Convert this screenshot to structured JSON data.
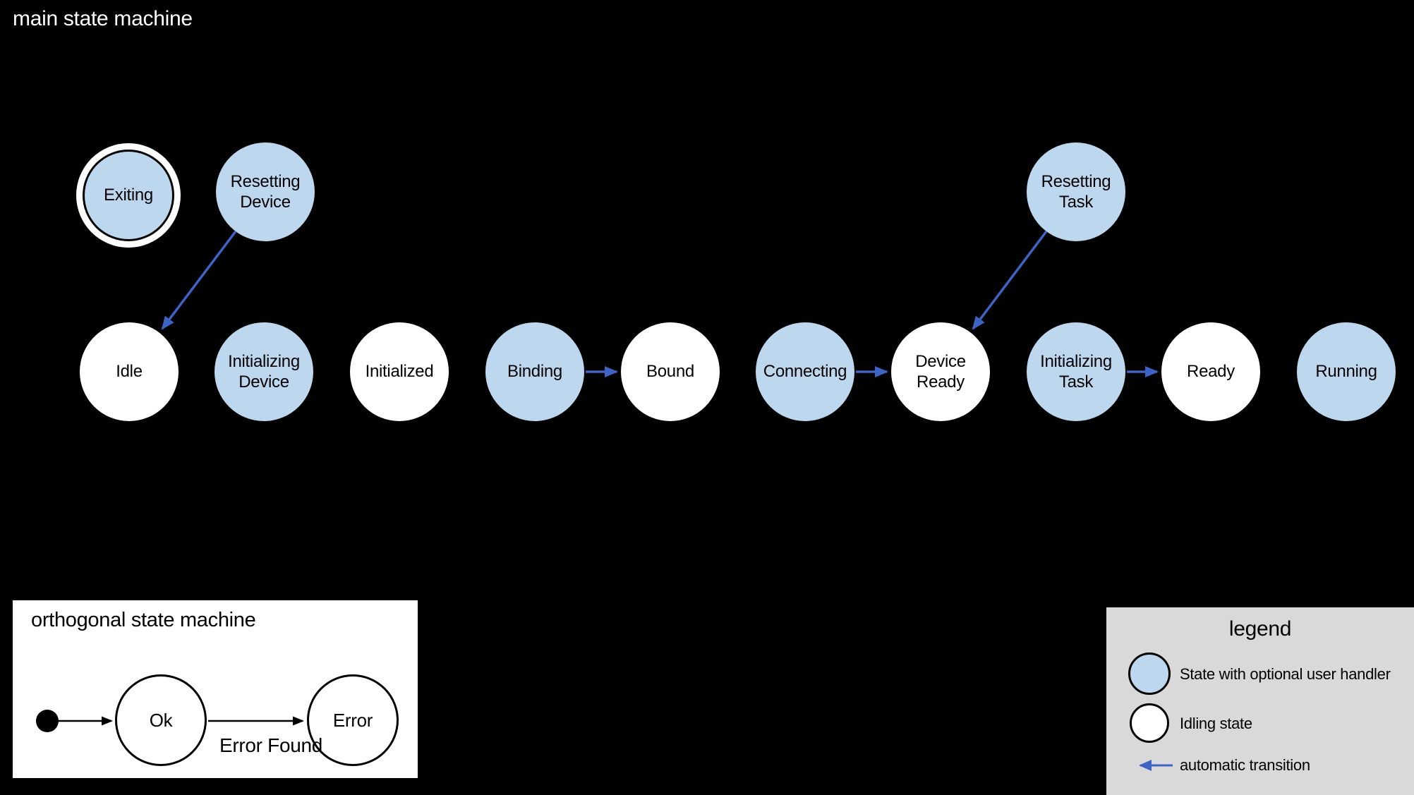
{
  "main": {
    "title": "main state machine",
    "states": [
      {
        "label": "Exiting",
        "kind": "handler",
        "final": true
      },
      {
        "label": "Resetting Device",
        "kind": "handler"
      },
      {
        "label": "Resetting Task",
        "kind": "handler"
      },
      {
        "label": "Idle",
        "kind": "idling"
      },
      {
        "label": "Initializing Device",
        "kind": "handler"
      },
      {
        "label": "Initialized",
        "kind": "idling"
      },
      {
        "label": "Binding",
        "kind": "handler"
      },
      {
        "label": "Bound",
        "kind": "idling"
      },
      {
        "label": "Connecting",
        "kind": "handler"
      },
      {
        "label": "Device Ready",
        "kind": "idling"
      },
      {
        "label": "Initializing Task",
        "kind": "handler"
      },
      {
        "label": "Ready",
        "kind": "idling"
      },
      {
        "label": "Running",
        "kind": "handler"
      }
    ],
    "transitions": [
      {
        "from": "Resetting Device",
        "to": "Idle",
        "type": "automatic"
      },
      {
        "from": "Resetting Task",
        "to": "Device Ready",
        "type": "automatic"
      },
      {
        "from": "Binding",
        "to": "Bound",
        "type": "automatic"
      },
      {
        "from": "Connecting",
        "to": "Device Ready",
        "type": "automatic"
      },
      {
        "from": "Initializing Task",
        "to": "Ready",
        "type": "automatic"
      }
    ]
  },
  "orthogonal": {
    "title": "orthogonal state machine",
    "states": [
      {
        "label": "Ok"
      },
      {
        "label": "Error"
      }
    ],
    "transition_label": "Error Found",
    "has_initial_state_dot": true
  },
  "legend": {
    "title": "legend",
    "items": [
      {
        "swatch": "handler-state",
        "label": "State with optional user handler"
      },
      {
        "swatch": "idling-state",
        "label": "Idling state"
      },
      {
        "swatch": "automatic-transition-arrow",
        "label": "automatic transition"
      }
    ]
  },
  "colors": {
    "background": "#000000",
    "handler_state_fill": "#bdd7ee",
    "idling_state_fill": "#ffffff",
    "transition_arrow": "#3d63c4",
    "legend_background": "#d9d9d9"
  }
}
